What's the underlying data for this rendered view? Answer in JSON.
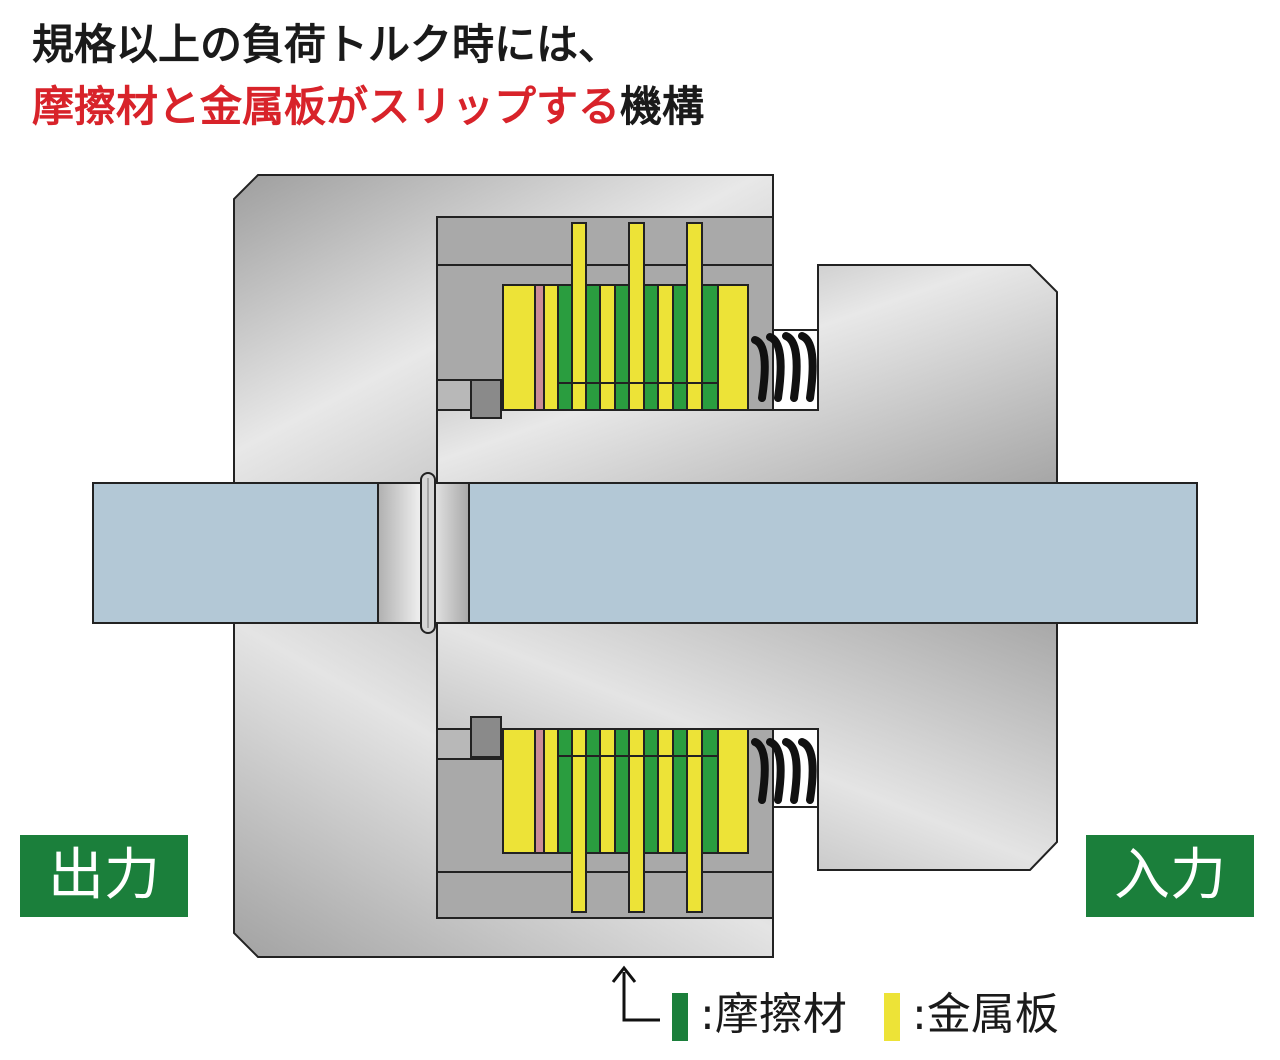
{
  "title": {
    "line1": "規格以上の負荷トルク時には、",
    "line2_accent": "摩擦材と金属板がスリップする",
    "line2_rest": "機構"
  },
  "labels": {
    "output": "出力",
    "input": "入力"
  },
  "legend": {
    "friction": ":摩擦材",
    "metal": ":金属板"
  },
  "colors": {
    "accent_red": "#d8232a",
    "badge_green": "#1b7f3b",
    "friction_green": "#2a9d3f",
    "metal_yellow": "#ede337",
    "shaft_blue": "#b3c8d6",
    "housing_gray": "#c4c4c4",
    "pink_layer": "#cc8c96",
    "spring_black": "#111111"
  }
}
